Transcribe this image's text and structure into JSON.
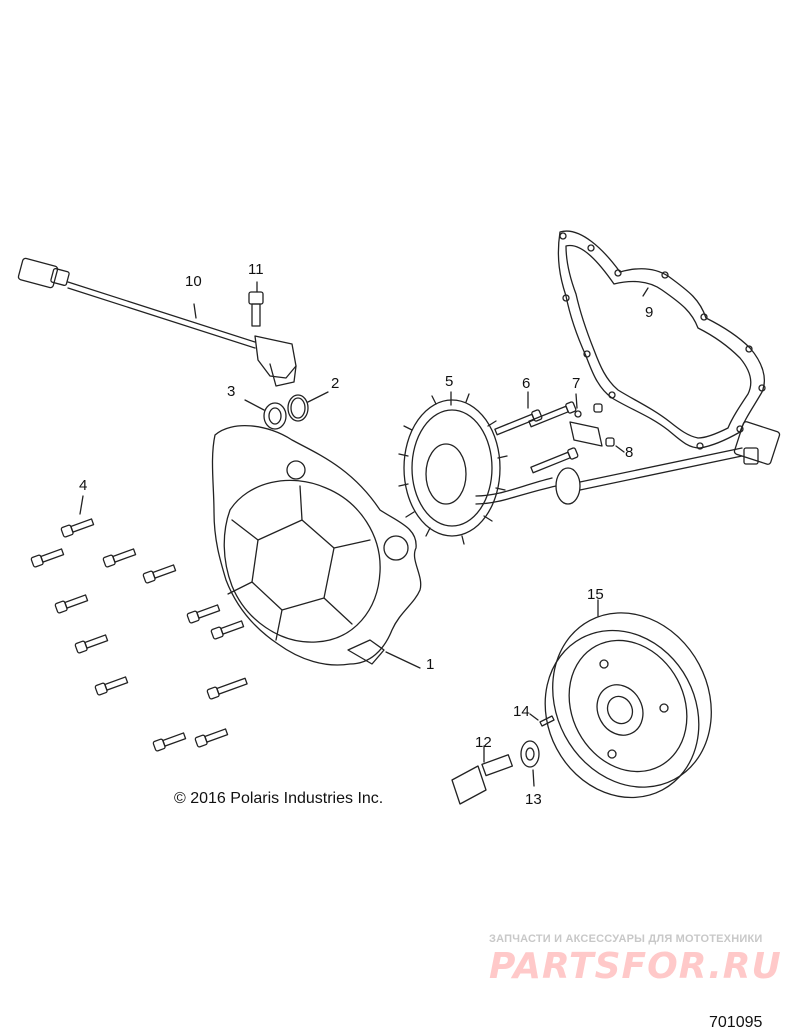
{
  "callouts": {
    "c1": "1",
    "c2": "2",
    "c3": "3",
    "c4": "4",
    "c5": "5",
    "c6": "6",
    "c7": "7",
    "c8": "8",
    "c9": "9",
    "c10": "10",
    "c11": "11",
    "c12": "12",
    "c13": "13",
    "c14": "14",
    "c15": "15"
  },
  "copyright": "© 2016 Polaris Industries Inc.",
  "watermark": {
    "tagline": "ЗАПЧАСТИ И АКСЕССУАРЫ ДЛЯ МОТОТЕХНИКИ",
    "brand": "PARTSFOR.RU"
  },
  "figure_number": "701095",
  "colors": {
    "line": "#222222",
    "watermark_red": "#ffc9c9",
    "watermark_gray": "#c8c8c8"
  }
}
